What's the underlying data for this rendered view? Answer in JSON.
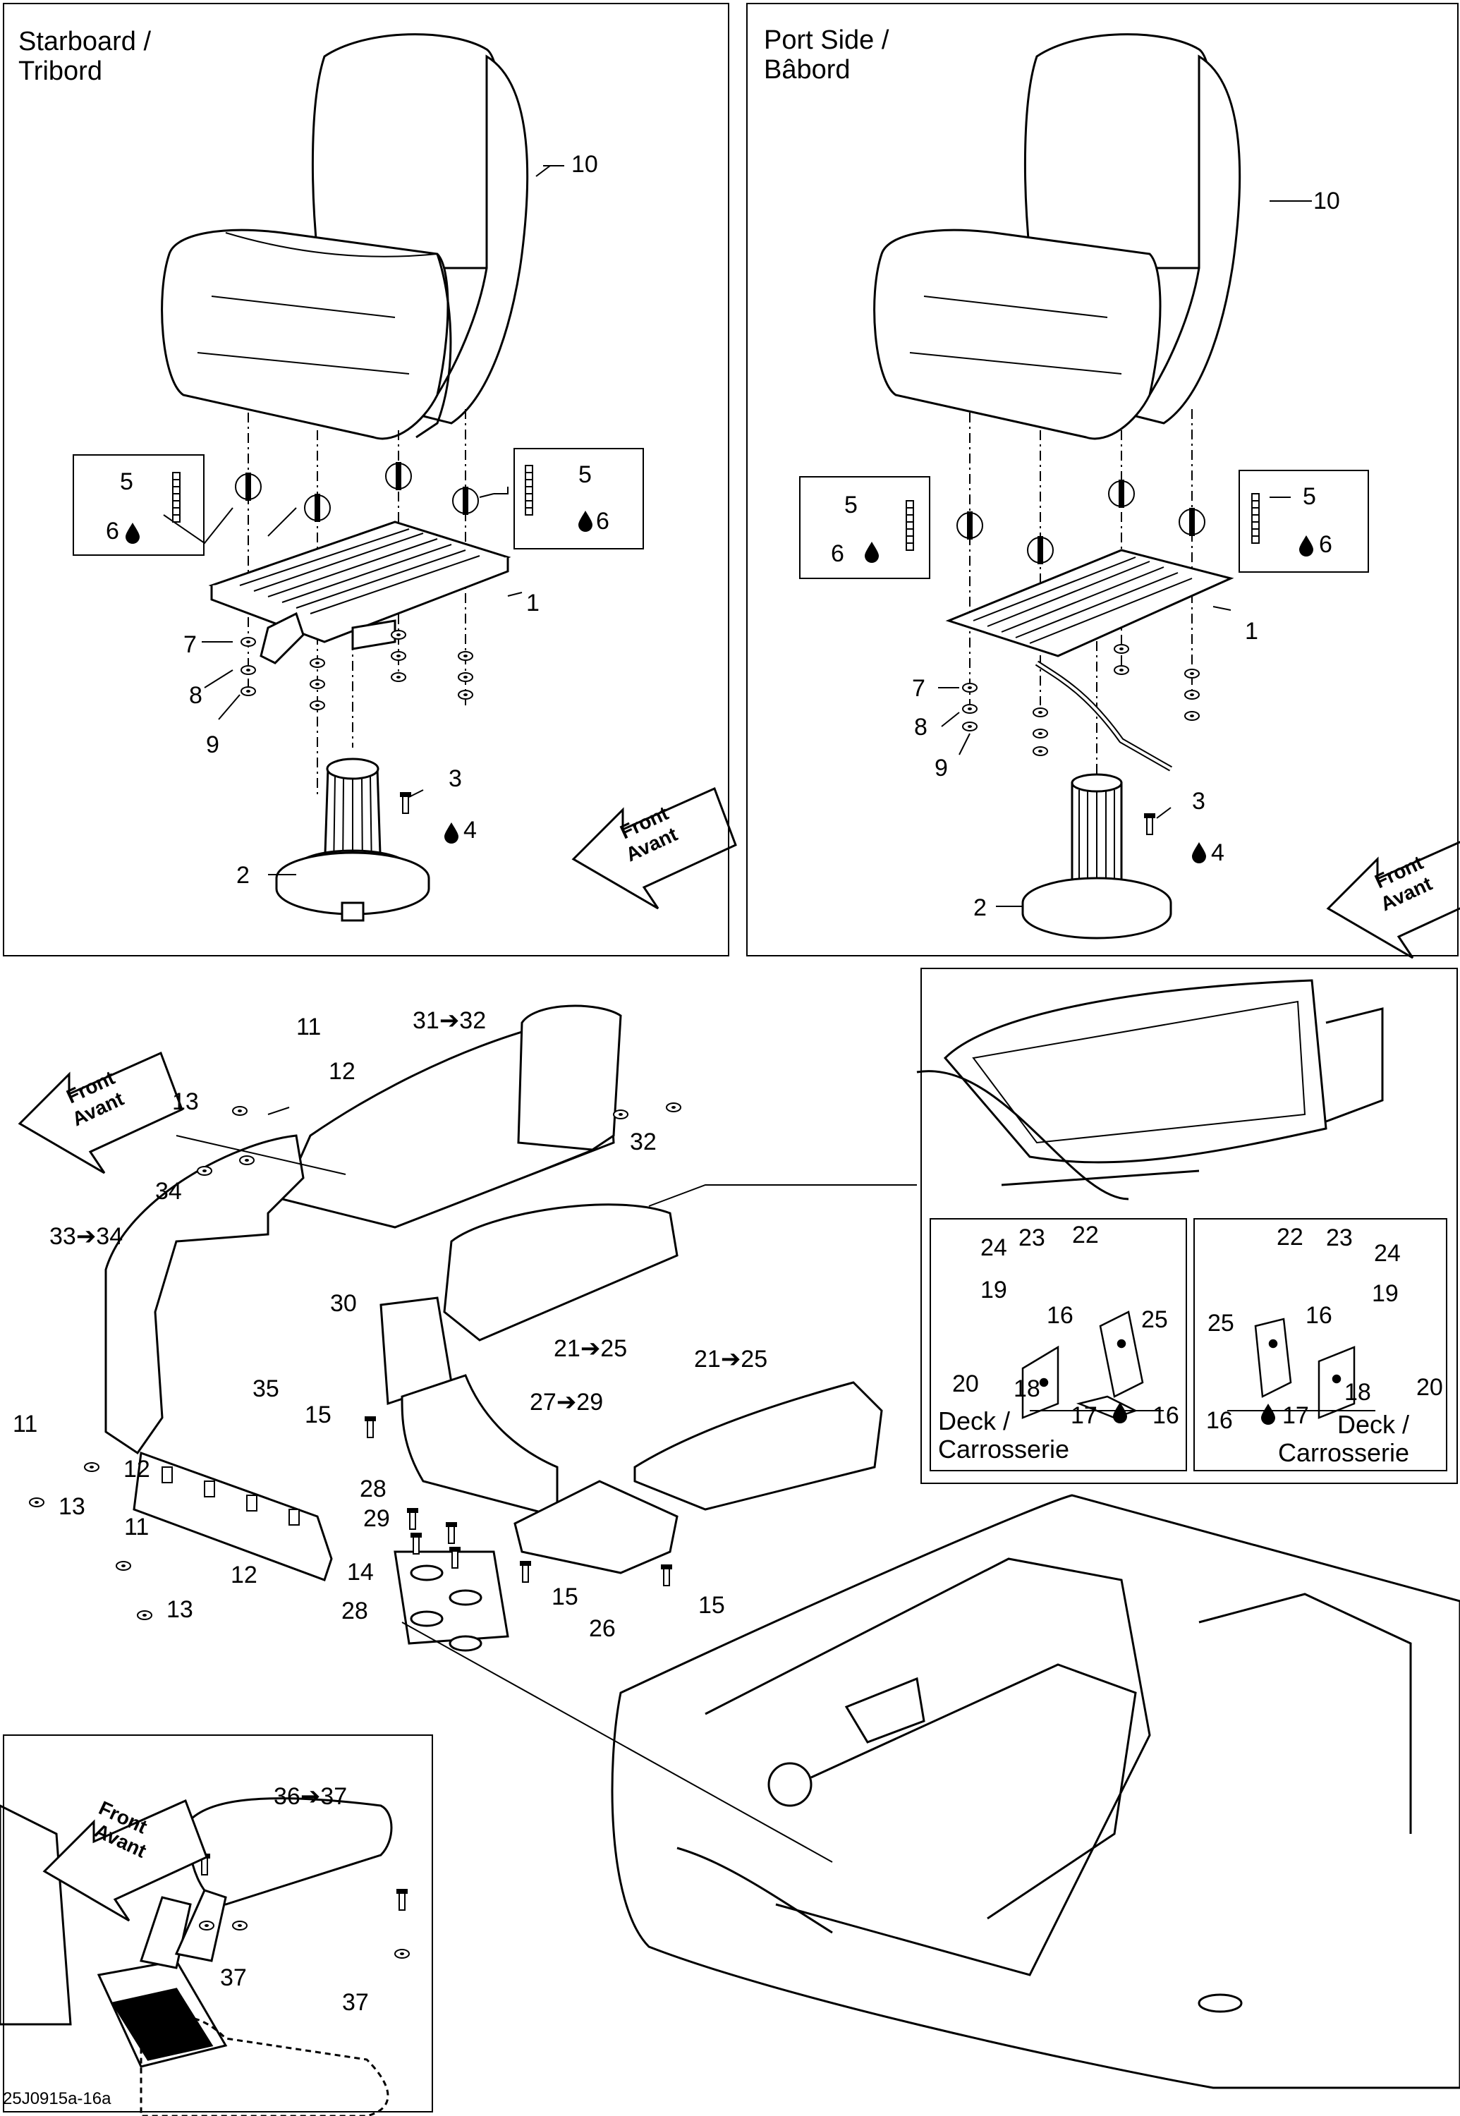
{
  "panels": {
    "starboard": {
      "title_line1": "Starboard /",
      "title_line2": "Tribord"
    },
    "port": {
      "title_line1": "Port Side /",
      "title_line2": "Bâbord"
    }
  },
  "front_arrow": {
    "line1": "Front",
    "line2": "Avant"
  },
  "deck_label": {
    "line1": "Deck /",
    "line2": "Carrosserie"
  },
  "refs": {
    "s1": "1",
    "s2": "2",
    "s3": "3",
    "s4": "4",
    "s5": "5",
    "s6": "6",
    "s5b": "5",
    "s6b": "6",
    "s7": "7",
    "s8": "8",
    "s9": "9",
    "s10": "10",
    "p1": "1",
    "p2": "2",
    "p3": "3",
    "p4": "4",
    "p5": "5",
    "p6": "6",
    "p5b": "5",
    "p6b": "6",
    "p7": "7",
    "p8": "8",
    "p9": "9",
    "p10": "10",
    "r11a": "11",
    "r12a": "12",
    "r13a": "13",
    "r11b": "11",
    "r12b": "12",
    "r13b": "13",
    "r11c": "11",
    "r12c": "12",
    "r13c": "13",
    "r14": "14",
    "r15a": "15",
    "r15b": "15",
    "r15c": "15",
    "r21a": "21➔25",
    "r21b": "21➔25",
    "r26": "26",
    "r27": "27➔29",
    "r28a": "28",
    "r28b": "28",
    "r29": "29",
    "r30": "30",
    "r31": "31➔32",
    "r32": "32",
    "r33": "33➔34",
    "r34": "34",
    "r35": "35",
    "r36": "36➔37",
    "r37a": "37",
    "r37b": "37",
    "d16a": "16",
    "d16b": "16",
    "d17a": "17",
    "d18a": "18",
    "d19a": "19",
    "d20a": "20",
    "d22a": "22",
    "d23a": "23",
    "d24a": "24",
    "d25a": "25",
    "d16c": "16",
    "d16d": "16",
    "d17b": "17",
    "d18b": "18",
    "d19b": "19",
    "d20b": "20",
    "d22b": "22",
    "d23b": "23",
    "d24b": "24",
    "d25b": "25"
  },
  "drawing_code": "25J0915a-16a"
}
